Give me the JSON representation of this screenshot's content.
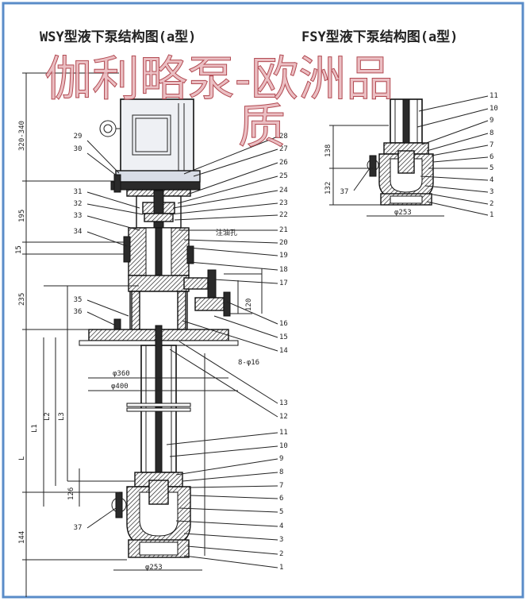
{
  "watermark": {
    "line1": "伽利略泵-欧洲品",
    "line2": "质"
  },
  "wsy": {
    "title": "WSY型液下泵结构图(a型)",
    "left_labels": [
      "29",
      "30",
      "31",
      "32",
      "33",
      "34",
      "35",
      "36",
      "37"
    ],
    "right_labels": [
      "28",
      "27",
      "26",
      "25",
      "24",
      "23",
      "22",
      "21",
      "20",
      "19",
      "18",
      "17",
      "16",
      "15",
      "14",
      "13",
      "12",
      "11",
      "10",
      "9",
      "8",
      "7",
      "6",
      "5",
      "4",
      "3",
      "2",
      "1"
    ],
    "oil_note": "注油孔",
    "bolts_note": "8-φ16",
    "dims": {
      "d360": "φ360",
      "d400": "φ400",
      "d253": "φ253",
      "h320_340": "320-340",
      "h195": "195",
      "h15": "15",
      "h235": "235",
      "L": "L",
      "L1": "L1",
      "L2": "L2",
      "L3": "L3",
      "h126": "126",
      "h144": "144",
      "h120": "120"
    }
  },
  "fsy": {
    "title": "FSY型液下泵结构图(a型)",
    "left_labels": [
      "37"
    ],
    "right_labels": [
      "11",
      "10",
      "9",
      "8",
      "7",
      "6",
      "5",
      "4",
      "3",
      "2",
      "1"
    ],
    "dims": {
      "h138": "138",
      "h132": "132",
      "d253": "φ253"
    }
  },
  "colors": {
    "border": "#5a8cc8",
    "watermark_fill": "#e8b4b8",
    "watermark_stroke": "#b24a52",
    "line": "#222222"
  }
}
